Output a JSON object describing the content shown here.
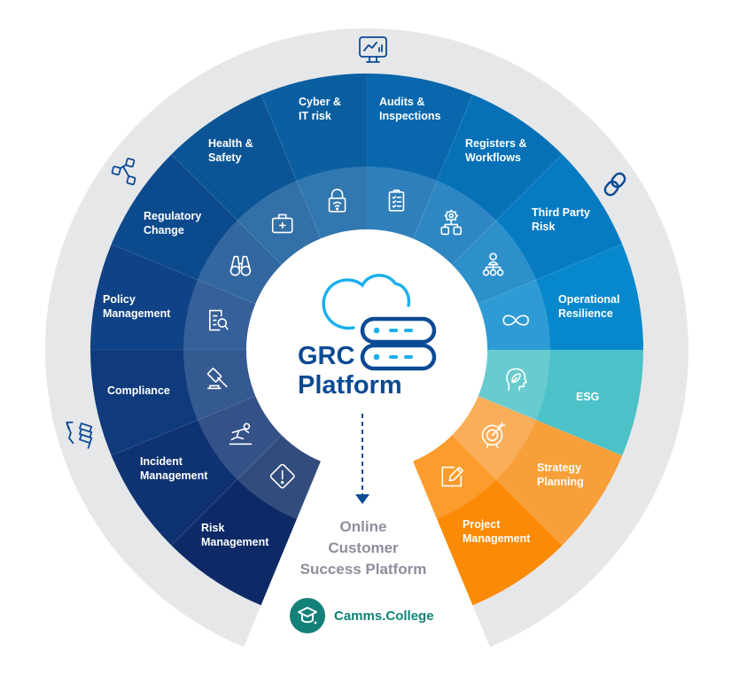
{
  "center": {
    "title_line1": "GRC",
    "title_line2": "Platform",
    "cloud_color": "#1ab0ec",
    "server_color": "#0b4a94"
  },
  "online_platform": {
    "line1": "Online",
    "line2": "Customer",
    "line3": "Success Platform"
  },
  "college": {
    "name": "Camms.College",
    "color": "#138079"
  },
  "outer_ring": {
    "color": "#e6e7e9",
    "icons": [
      {
        "name": "monitor-chart-icon"
      },
      {
        "name": "link-chain-icon"
      },
      {
        "name": "workflow-nodes-icon"
      },
      {
        "name": "growth-ladder-icon"
      }
    ]
  },
  "segments": [
    {
      "label": [
        "Risk",
        "Management"
      ],
      "color": "#0d2a66",
      "icon": "warning-diamond-icon"
    },
    {
      "label": [
        "Incident",
        "Management"
      ],
      "color": "#0e3272",
      "icon": "person-falling-icon"
    },
    {
      "label": [
        "Compliance"
      ],
      "color": "#0f3a7c",
      "icon": "gavel-icon"
    },
    {
      "label": [
        "Policy",
        "Management"
      ],
      "color": "#0f4286",
      "icon": "document-search-icon"
    },
    {
      "label": [
        "Regulatory",
        "Change"
      ],
      "color": "#0c4a8e",
      "icon": "binoculars-icon"
    },
    {
      "label": [
        "Health &",
        "Safety"
      ],
      "color": "#0b5597",
      "icon": "first-aid-kit-icon"
    },
    {
      "label": [
        "Cyber &",
        "IT risk"
      ],
      "color": "#0a5fa1",
      "icon": "wifi-lock-icon"
    },
    {
      "label": [
        "Audits &",
        "Inspections"
      ],
      "color": "#0867ad",
      "icon": "clipboard-checklist-icon"
    },
    {
      "label": [
        "Registers &",
        "Workflows"
      ],
      "color": "#0771b8",
      "icon": "gear-workflow-icon"
    },
    {
      "label": [
        "Third Party",
        "Risk"
      ],
      "color": "#077bc2",
      "icon": "org-chart-icon"
    },
    {
      "label": [
        "Operational",
        "Resilience"
      ],
      "color": "#0888cc",
      "icon": "infinity-icon"
    },
    {
      "label": [
        "ESG"
      ],
      "color": "#4ac2c8",
      "icon": "head-leaf-icon"
    },
    {
      "label": [
        "Strategy",
        "Planning"
      ],
      "color": "#f89f3a",
      "icon": "target-arrow-icon"
    },
    {
      "label": [
        "Project",
        "Management"
      ],
      "color": "#fb8a05",
      "icon": "edit-note-icon"
    }
  ]
}
